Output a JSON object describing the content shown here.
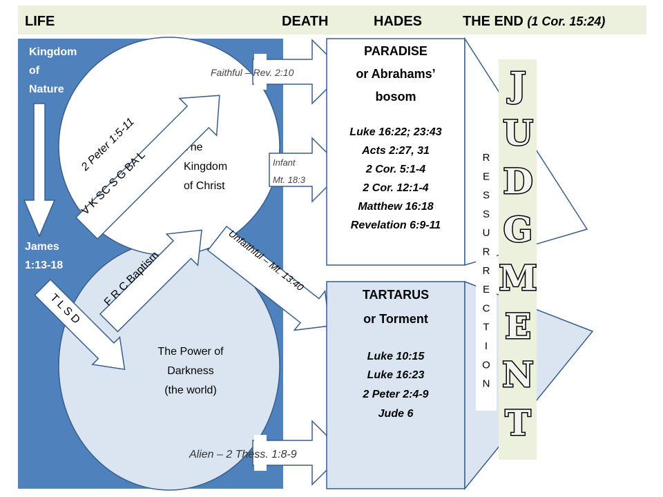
{
  "header": {
    "life": "LIFE",
    "death": "DEATH",
    "hades": "HADES",
    "the_end": "THE END",
    "the_end_ref": "(1 Cor. 15:24)"
  },
  "left_panel": {
    "kingdom_of_nature": [
      "Kingdom",
      "of",
      "Nature"
    ],
    "james": [
      "James",
      "1:13-18"
    ]
  },
  "kingdom_of_christ": [
    "The",
    "Kingdom",
    "of Christ"
  ],
  "power_of_darkness": [
    "The Power of",
    "Darkness",
    "(the world)"
  ],
  "arrows": {
    "peter_ref": "2 Peter 1:5-11",
    "peter_steps": "V   K  SC  S  G  BA  L",
    "baptism_steps": "F  R  C  Baptism",
    "sin_steps": "T    L    S    D",
    "faithful": "Faithful – Rev. 2:10",
    "infant": [
      "Infant",
      "Mt. 18:3"
    ],
    "unfaithful": "Unfaithful – Mt. 13:40",
    "alien": "Alien – 2 Thess. 1:8-9"
  },
  "paradise": {
    "title": [
      "PARADISE",
      "or Abrahams’",
      "bosom"
    ],
    "refs": [
      "Luke 16:22; 23:43",
      "Acts 2:27, 31",
      "2 Cor. 5:1-4",
      "2 Cor. 12:1-4",
      "Matthew 16:18",
      "Revelation 6:9-11"
    ]
  },
  "tartarus": {
    "title": [
      "TARTARUS",
      "or Torment"
    ],
    "refs": [
      "Luke 10:15",
      "Luke 16:23",
      "2 Peter 2:4-9",
      "Jude 6"
    ]
  },
  "resurrection": [
    "R",
    "E",
    "S",
    "S",
    "U",
    "R",
    "R",
    "E",
    "C",
    "T",
    "I",
    "O",
    "N"
  ],
  "judgment": [
    "J",
    "U",
    "D",
    "G",
    "M",
    "E",
    "N",
    "T"
  ],
  "colors": {
    "header_bg": "#ebf1dd",
    "dark_blue": "#4f81bd",
    "light_blue": "#dbe5f1",
    "border": "#385d8a"
  }
}
